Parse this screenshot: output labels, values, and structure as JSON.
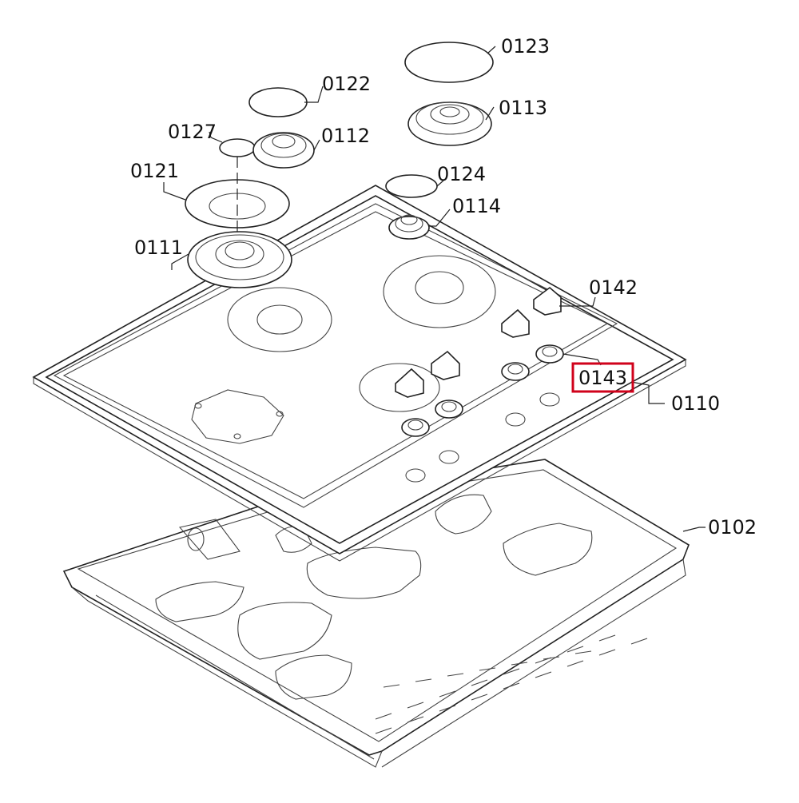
{
  "parts": [
    {
      "id": "p0123",
      "label": "0123"
    },
    {
      "id": "p0113",
      "label": "0113"
    },
    {
      "id": "p0122",
      "label": "0122"
    },
    {
      "id": "p0127",
      "label": "0127"
    },
    {
      "id": "p0112",
      "label": "0112"
    },
    {
      "id": "p0121",
      "label": "0121"
    },
    {
      "id": "p0124",
      "label": "0124"
    },
    {
      "id": "p0114",
      "label": "0114"
    },
    {
      "id": "p0111",
      "label": "0111"
    },
    {
      "id": "p0142",
      "label": "0142"
    },
    {
      "id": "p0143",
      "label": "0143"
    },
    {
      "id": "p0110",
      "label": "0110"
    },
    {
      "id": "p0102",
      "label": "0102"
    }
  ],
  "highlight": {
    "part": "0143",
    "color": "#d0021b"
  },
  "colors": {
    "line": "#222222",
    "background": "#ffffff"
  }
}
